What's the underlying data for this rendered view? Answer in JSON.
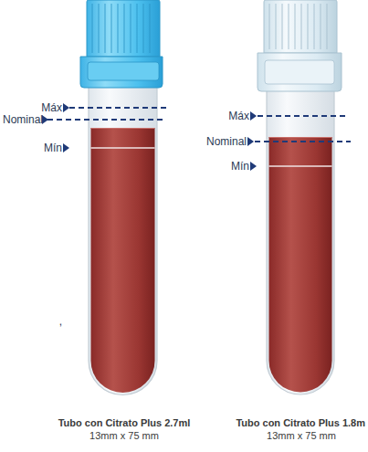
{
  "diagram": {
    "labels": [
      "Máx",
      "Nominal",
      "Mín",
      "Máx",
      "Nominal",
      "Mín",
      ",",
      "Tubo con Citrato Plus 2.7ml",
      "13mm x 75 mm",
      "Tubo con Citrato Plus 1.8m",
      "13mm x 75 mm"
    ]
  }
}
